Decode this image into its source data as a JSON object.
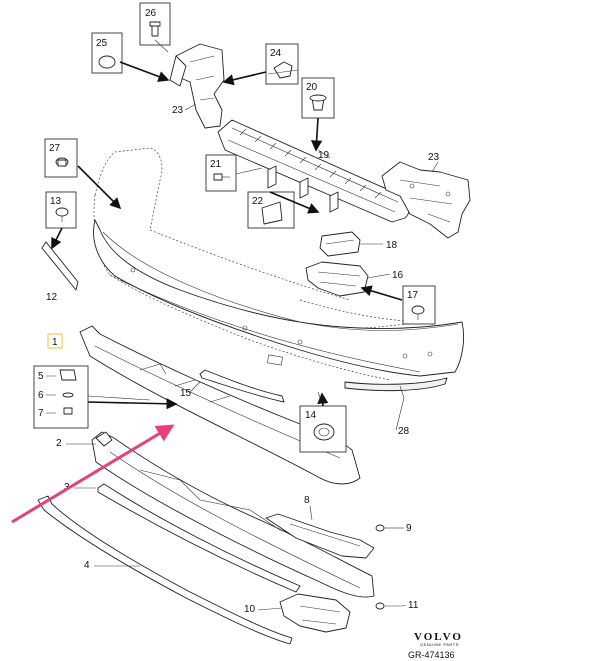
{
  "callouts": {
    "c1": "1",
    "c2": "2",
    "c3": "3",
    "c4": "4",
    "c5": "5",
    "c6": "6",
    "c7": "7",
    "c8": "8",
    "c9": "9",
    "c10": "10",
    "c11": "11",
    "c12": "12",
    "c13": "13",
    "c14": "14",
    "c15": "15",
    "c16": "16",
    "c17": "17",
    "c18": "18",
    "c19": "19",
    "c20": "20",
    "c21": "21",
    "c22": "22",
    "c23a": "23",
    "c23b": "23",
    "c24": "24",
    "c25": "25",
    "c26": "26",
    "c27": "27",
    "c28": "28"
  },
  "footer": {
    "brand": "VOLVO",
    "brand_sub": "GENUINE PARTS",
    "reference": "GR-474136"
  },
  "colors": {
    "highlight_arrow": "#e8417a",
    "highlight_box": "#f0c040",
    "line": "#222222"
  }
}
